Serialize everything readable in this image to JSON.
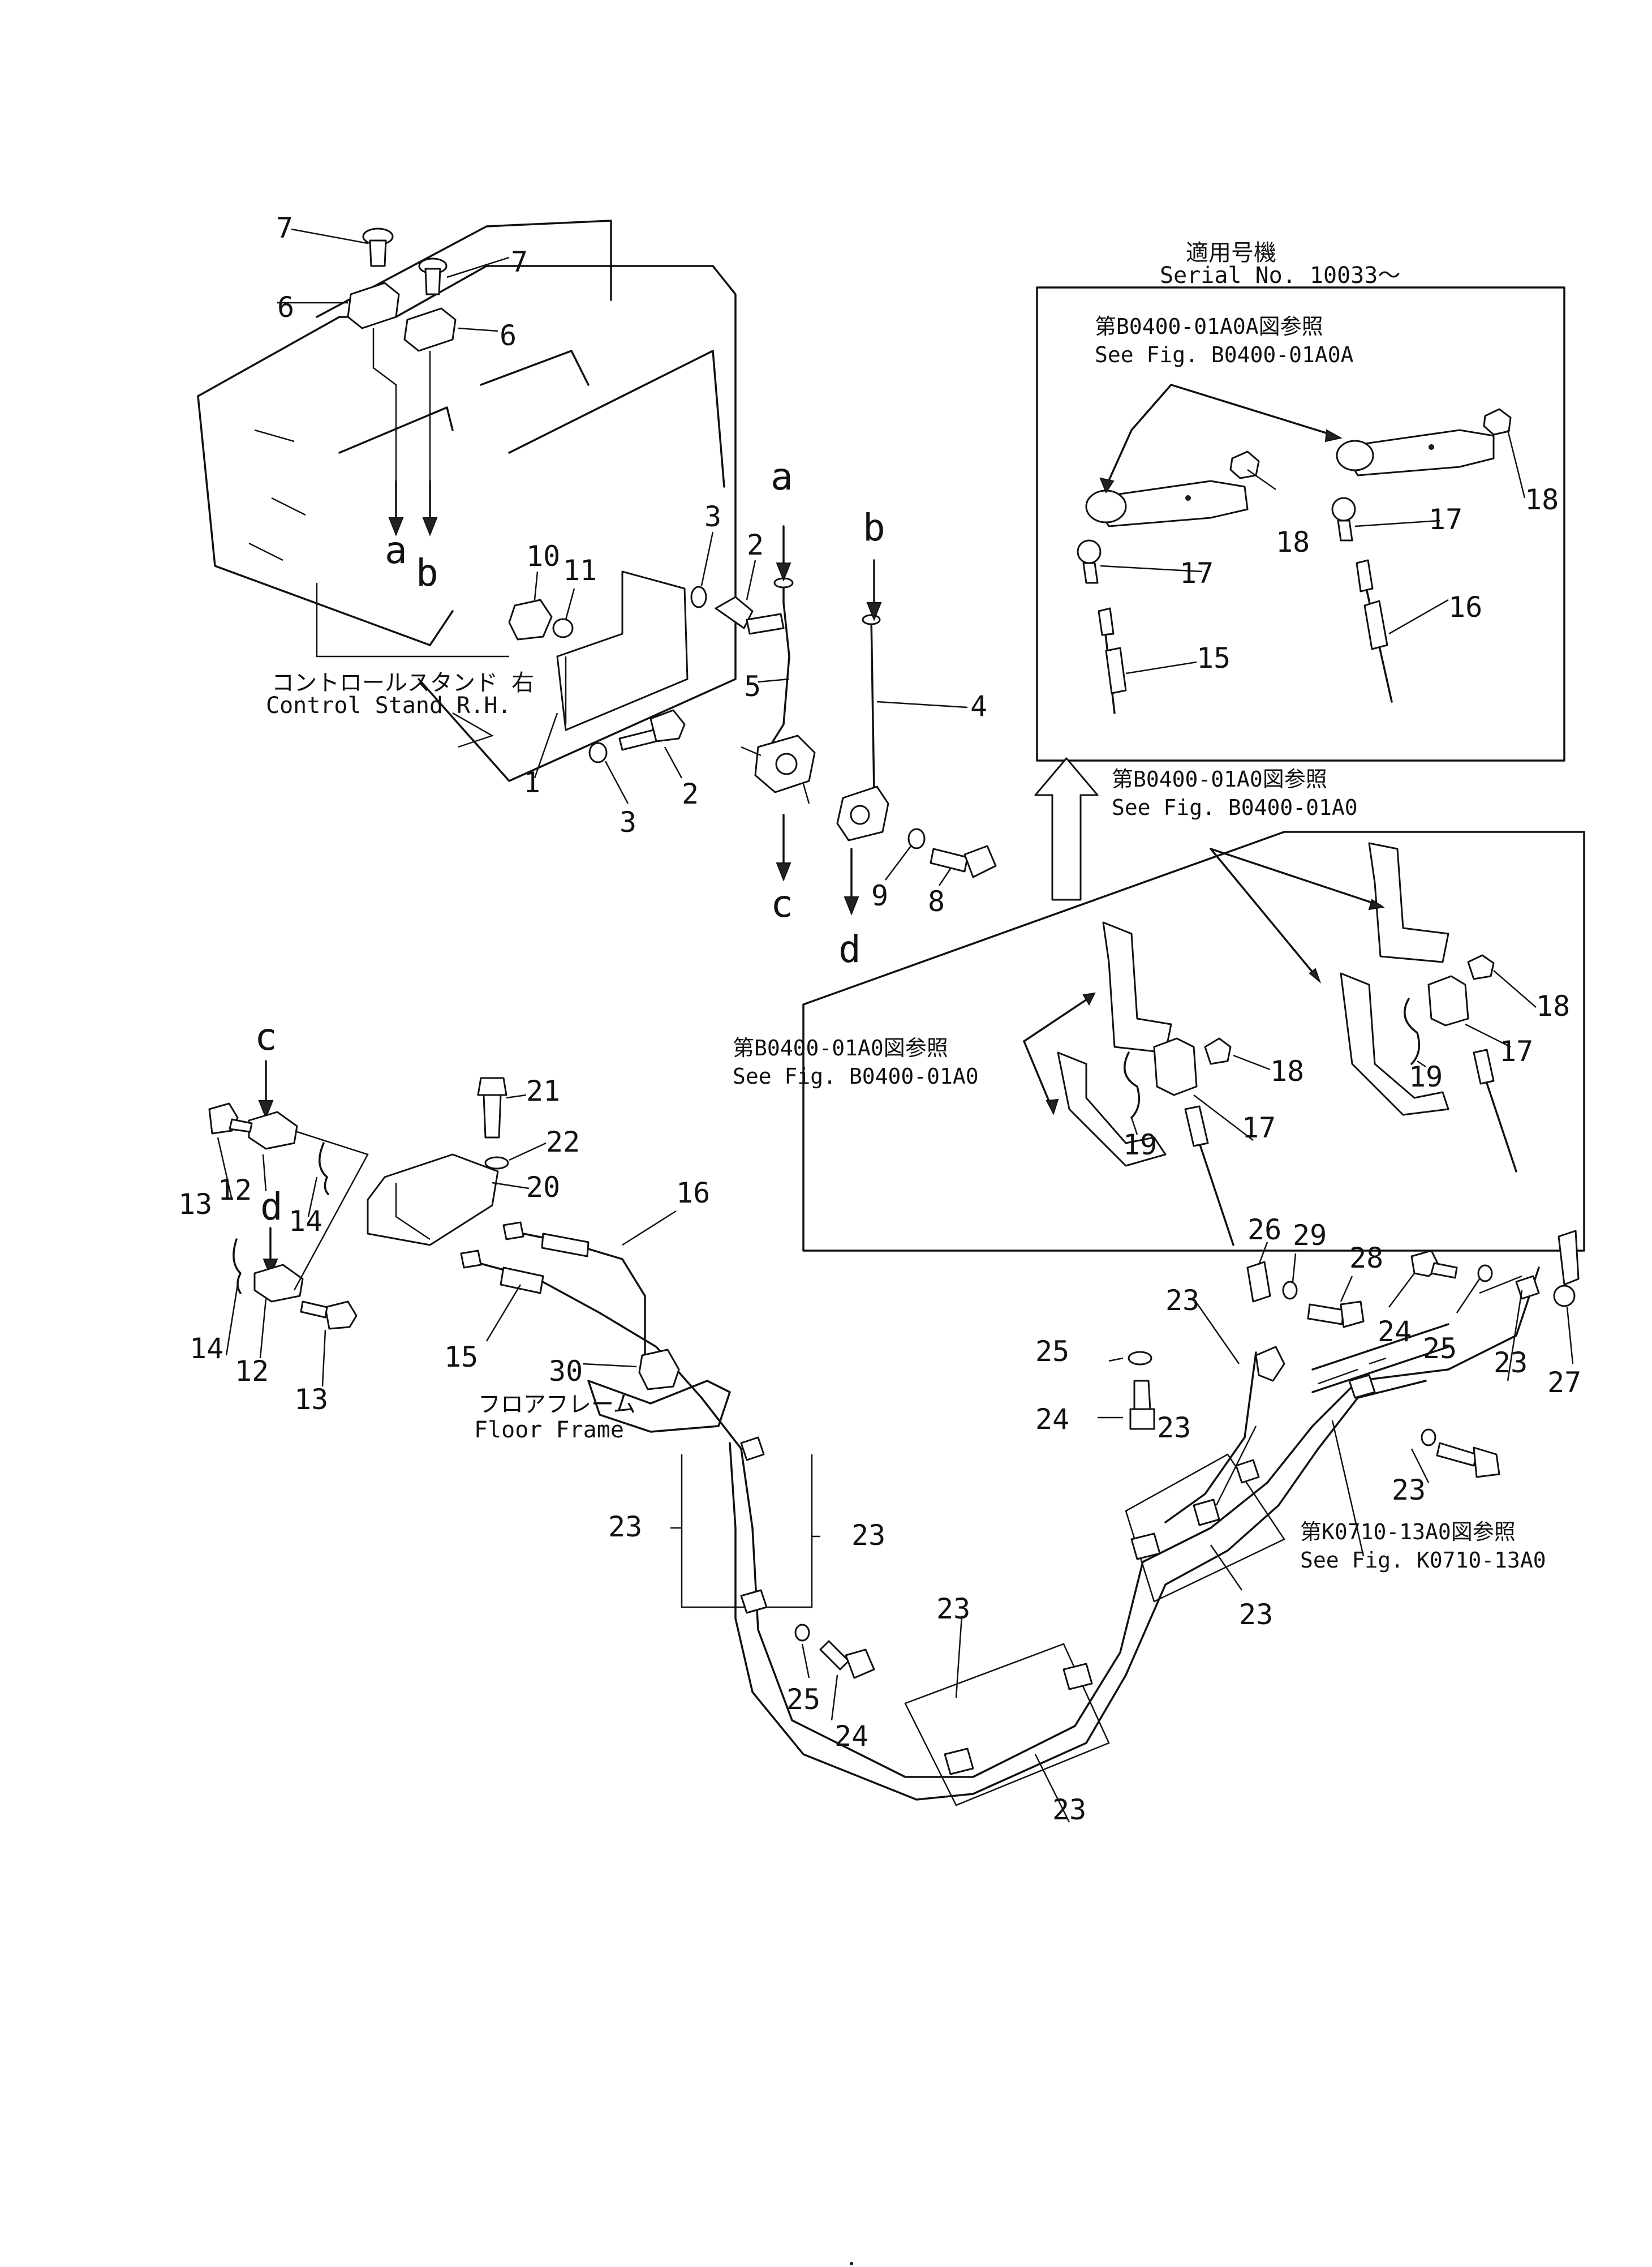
{
  "serial": {
    "jp": "適用号機",
    "en": "Serial No. 10033～"
  },
  "refs": {
    "b0400_01a0a_jp": "第B0400-01A0A図参照",
    "b0400_01a0a_en": "See Fig. B0400-01A0A",
    "b0400_01a0_jp": "第B0400-01A0図参照",
    "b0400_01a0_en": "See Fig. B0400-01A0",
    "k0710_13a0_jp": "第K0710-13A0図参照",
    "k0710_13a0_en": "See Fig. K0710-13A0"
  },
  "captions": {
    "control_stand_jp": "コントロールスタンド 右",
    "control_stand_en": "Control Stand R.H.",
    "floor_frame_jp": "フロアフレーム",
    "floor_frame_en": "Floor Frame"
  },
  "arrow_letters": [
    "a",
    "b",
    "c",
    "d"
  ],
  "part_numbers": [
    "1",
    "2",
    "3",
    "4",
    "5",
    "6",
    "7",
    "8",
    "9",
    "10",
    "11",
    "12",
    "13",
    "14",
    "15",
    "16",
    "17",
    "18",
    "19",
    "20",
    "21",
    "22",
    "23",
    "24",
    "25",
    "26",
    "27",
    "28",
    "29",
    "30"
  ]
}
